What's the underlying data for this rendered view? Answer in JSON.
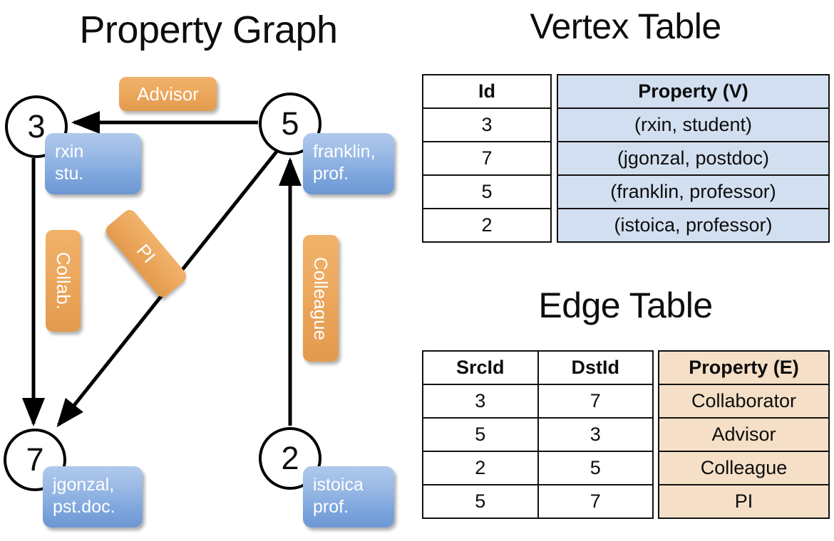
{
  "titles": {
    "property_graph": "Property Graph",
    "vertex_table": "Vertex Table",
    "edge_table": "Edge Table"
  },
  "graph": {
    "nodes": [
      {
        "id": "3",
        "label": "rxin\nstu."
      },
      {
        "id": "5",
        "label": "franklin,\nprof."
      },
      {
        "id": "7",
        "label": "jgonzal,\npst.doc."
      },
      {
        "id": "2",
        "label": "istoica\nprof."
      }
    ],
    "edge_labels": [
      {
        "name": "advisor",
        "text": "Advisor"
      },
      {
        "name": "collab",
        "text": "Collab."
      },
      {
        "name": "pi",
        "text": "PI"
      },
      {
        "name": "colleague",
        "text": "Colleague"
      }
    ],
    "edges": [
      {
        "src": "5",
        "dst": "3",
        "label": "Advisor"
      },
      {
        "src": "3",
        "dst": "7",
        "label": "Collab."
      },
      {
        "src": "5",
        "dst": "7",
        "label": "PI"
      },
      {
        "src": "2",
        "dst": "5",
        "label": "Colleague"
      }
    ]
  },
  "vertex_table": {
    "headers": {
      "id": "Id",
      "property": "Property (V)"
    },
    "rows": [
      {
        "id": "3",
        "property": "(rxin, student)"
      },
      {
        "id": "7",
        "property": "(jgonzal, postdoc)"
      },
      {
        "id": "5",
        "property": "(franklin, professor)"
      },
      {
        "id": "2",
        "property": "(istoica, professor)"
      }
    ]
  },
  "edge_table": {
    "headers": {
      "src": "SrcId",
      "dst": "DstId",
      "property": "Property (E)"
    },
    "rows": [
      {
        "src": "3",
        "dst": "7",
        "property": "Collaborator"
      },
      {
        "src": "5",
        "dst": "3",
        "property": "Advisor"
      },
      {
        "src": "2",
        "dst": "5",
        "property": "Colleague"
      },
      {
        "src": "5",
        "dst": "7",
        "property": "PI"
      }
    ]
  },
  "colors": {
    "vertex_property_fill": "#d2dff0",
    "edge_property_fill": "#f5dfc6",
    "node_box_blue": "#7ea6dd",
    "edge_label_orange": "#e8a155",
    "stroke": "#000000",
    "background": "#ffffff"
  }
}
